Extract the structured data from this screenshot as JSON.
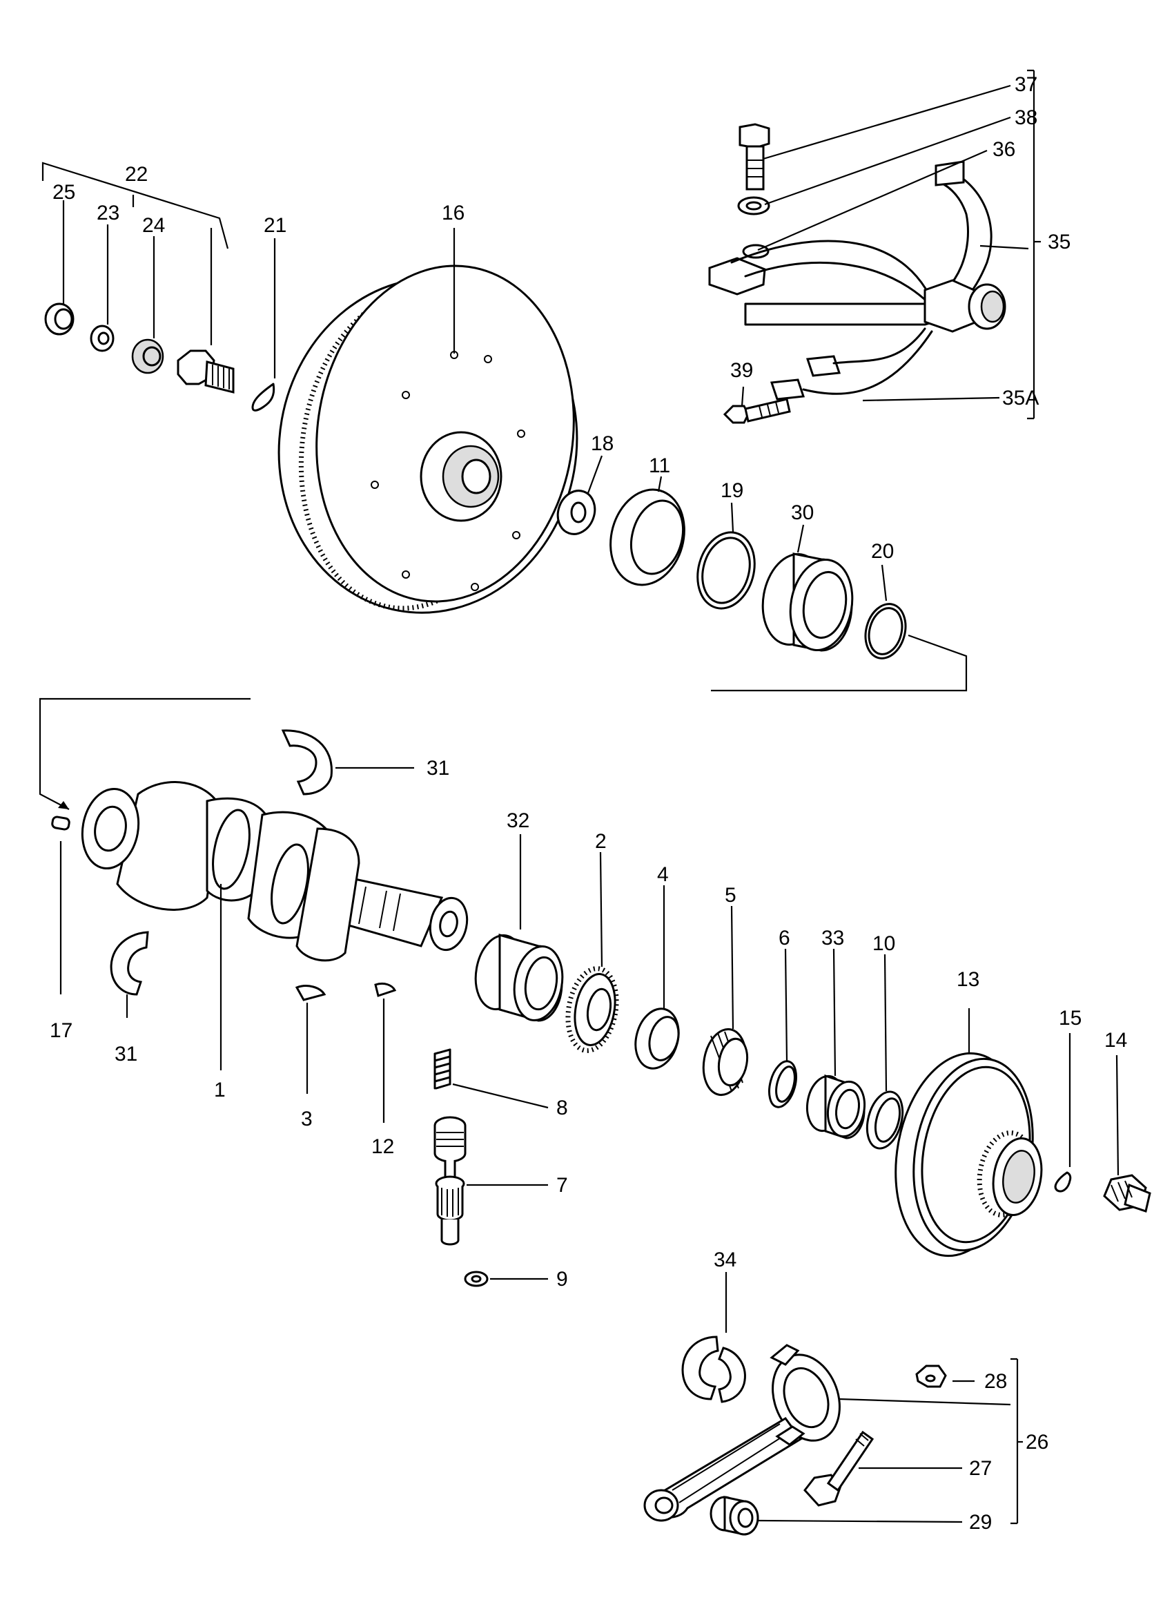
{
  "callouts": {
    "c1": "1",
    "c2": "2",
    "c3": "3",
    "c4": "4",
    "c5": "5",
    "c6": "6",
    "c7": "7",
    "c8": "8",
    "c9": "9",
    "c10": "10",
    "c11": "11",
    "c12": "12",
    "c13": "13",
    "c14": "14",
    "c15": "15",
    "c16": "16",
    "c17": "17",
    "c18": "18",
    "c19": "19",
    "c20": "20",
    "c21": "21",
    "c22": "22",
    "c23": "23",
    "c24": "24",
    "c25": "25",
    "c26": "26",
    "c27": "27",
    "c28": "28",
    "c29": "29",
    "c30": "30",
    "c31a": "31",
    "c31b": "31",
    "c32": "32",
    "c33": "33",
    "c34": "34",
    "c35": "35",
    "c35a": "35A",
    "c36": "36",
    "c37": "37",
    "c38": "38",
    "c39": "39"
  }
}
